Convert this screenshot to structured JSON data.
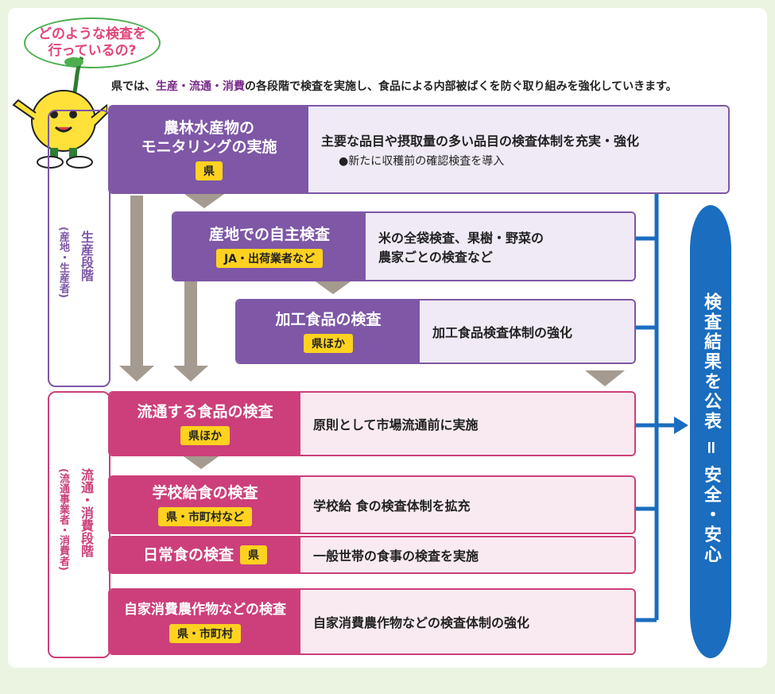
{
  "bubble": {
    "line1": "どのような検査を",
    "line2": "行っているの?"
  },
  "intro": {
    "prefix": "県では、",
    "highlight": "生産・流通・消費",
    "suffix": "の各段階で検査を実施し、食品による内部被ばくを防ぐ取り組みを強化していきます。"
  },
  "stages": {
    "production": {
      "label": "生産段階",
      "sub": "(産地・生産者)"
    },
    "distribution": {
      "label": "流通・消費段階",
      "sub": "(流通事業者・消費者)"
    }
  },
  "boxes": [
    {
      "title_l1": "農林水産物の",
      "title_l2": "モニタリングの実施",
      "tag": "県",
      "desc": "主要な品目や摂取量の多い品目の検査体制を充実・強化",
      "desc_sub": "●新たに収穫前の確認検査を導入"
    },
    {
      "title_l1": "産地での自主検査",
      "tag": "JA・出荷業者など",
      "desc": "米の全袋検査、果樹・野菜の",
      "desc_l2": "農家ごとの検査など"
    },
    {
      "title_l1": "加工食品の検査",
      "tag": "県ほか",
      "desc": "加工食品検査体制の強化"
    },
    {
      "title_l1": "流通する食品の検査",
      "tag": "県ほか",
      "desc": "原則として市場流通前に実施"
    },
    {
      "title_l1": "学校給食の検査",
      "tag": "県・市町村など",
      "desc": "学校給 食の検査体制を拡充"
    },
    {
      "title_l1": "日常食の検査",
      "tag": "県",
      "desc": "一般世帯の食事の検査を実施"
    },
    {
      "title_l1": "自家消費農作物などの検査",
      "tag": "県・市町村",
      "desc": "自家消費農作物などの検査体制の強化"
    }
  ],
  "result": {
    "text": "検査結果を公表 = 安全・安心"
  },
  "colors": {
    "production": "#7e57a6",
    "distribution": "#cc3f7a",
    "tag": "#ffd21f",
    "result": "#1a6dbf",
    "arrow": "#a59a8f",
    "background": "#eaf4e0"
  }
}
